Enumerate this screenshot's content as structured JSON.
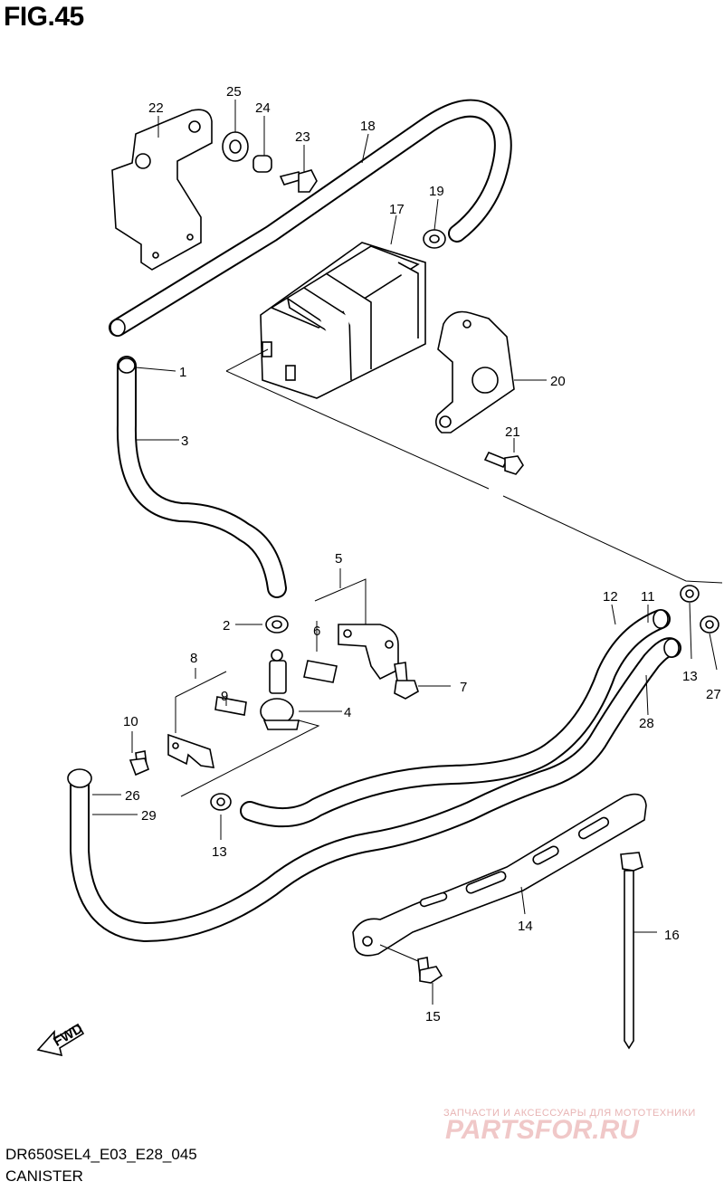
{
  "figure": {
    "title": "FIG.45",
    "code": "DR650SEL4_E03_E28_045",
    "caption": "CANISTER"
  },
  "watermark": {
    "tagline": "ЗАПЧАСТИ И АКСЕССУАРЫ ДЛЯ МОТОТЕХНИКИ",
    "brand": "PARTSFOR.RU"
  },
  "fwd_label": "FWD",
  "callouts": [
    "1",
    "2",
    "3",
    "4",
    "5",
    "6",
    "7",
    "8",
    "9",
    "10",
    "11",
    "12",
    "13",
    "13",
    "14",
    "15",
    "16",
    "17",
    "18",
    "19",
    "20",
    "21",
    "22",
    "23",
    "24",
    "25",
    "26",
    "27",
    "28",
    "29"
  ],
  "colors": {
    "line": "#000000",
    "watermark": "#e8a0a0"
  }
}
